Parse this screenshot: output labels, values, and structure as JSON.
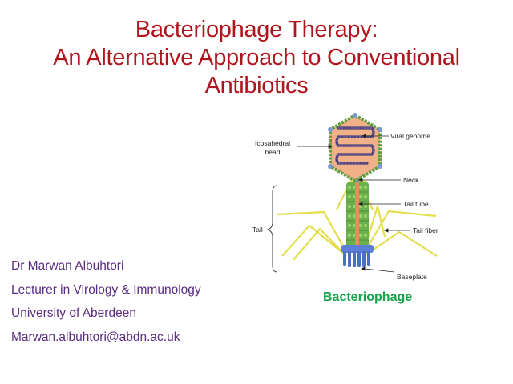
{
  "slide": {
    "title_lines": [
      "Bacteriophage Therapy:",
      "An Alternative Approach to Conventional",
      "Antibiotics"
    ],
    "author": {
      "name": "Dr Marwan Albuhtori",
      "position": "Lecturer in Virology & Immunology",
      "institution": "University of Aberdeen",
      "email": "Marwan.albuhtori@abdn.ac.uk"
    },
    "figure": {
      "caption": "Bacteriophage",
      "labels": {
        "head_line1": "Icosahedral",
        "head_line2": "head",
        "viral_genome": "Viral genome",
        "neck": "Neck",
        "tail_tube": "Tail tube",
        "tail": "Tail",
        "tail_fiber": "Tail fiber",
        "baseplate": "Baseplate"
      }
    },
    "colors": {
      "title": "#b0141c",
      "author_text": "#5a2d82",
      "caption": "#16a34a",
      "capsid_fill": "#f0b088",
      "genome": "#4b3f7a",
      "tail_sheath": "#6ab04c",
      "tail_fiber": "#e6e04a",
      "baseplate": "#4a6fc4"
    }
  }
}
